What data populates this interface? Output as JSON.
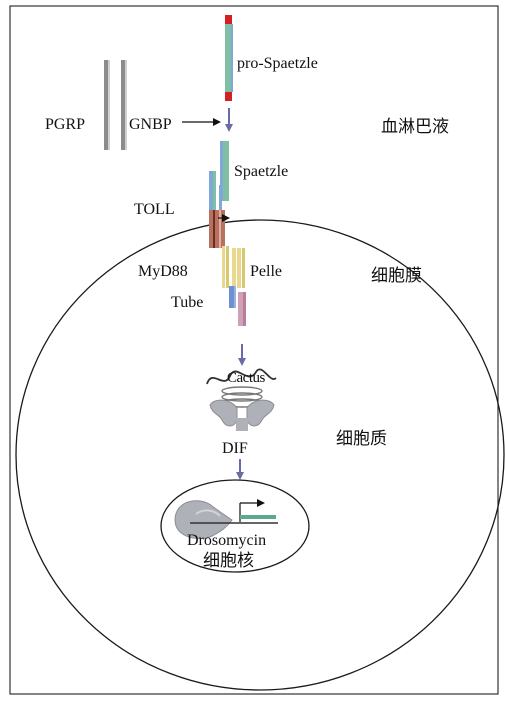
{
  "labels": {
    "pro_spaetzle": "pro-Spaetzle",
    "pgrp": "PGRP",
    "gnbp": "GNBP",
    "spaetzle": "Spaetzle",
    "toll": "TOLL",
    "myd88": "MyD88",
    "pelle": "Pelle",
    "tube": "Tube",
    "cactus": "Cactus",
    "dif": "DIF",
    "drosomycin": "Drosomycin",
    "hemolymph": "血淋巴液",
    "cell_membrane": "细胞膜",
    "cytoplasm": "细胞质",
    "nucleus": "细胞核"
  },
  "colors": {
    "frame": "#333333",
    "membrane": "#1a1a1a",
    "arrow": "#6a6aa8",
    "receptor_gray": "#8c8c8c",
    "pro_red": "#d42020",
    "spaetzle_green": "#7fbfa4",
    "spaetzle_blue": "#7fa8d8",
    "toll_brown": "#b87060",
    "toll_dark": "#6b3020",
    "adaptor_yellow": "#e8d890",
    "tube_blue": "#6e8fd0",
    "pelle_pink": "#d0a0b8",
    "protein_gray": "#aeb2b8",
    "gene_teal": "#5fa890"
  }
}
